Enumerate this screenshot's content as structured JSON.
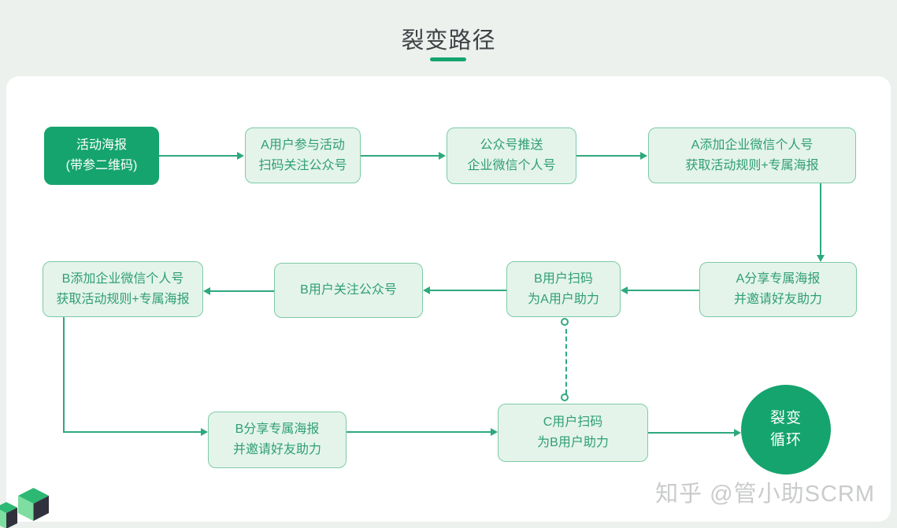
{
  "header": {
    "title": "裂变路径"
  },
  "diagram": {
    "nodes": [
      {
        "id": "activity-poster",
        "style": "solid",
        "lines": [
          "活动海报",
          "(带参二维码)"
        ]
      },
      {
        "id": "a-join-activity",
        "style": "outline",
        "lines": [
          "A用户参与活动",
          "扫码关注公众号"
        ]
      },
      {
        "id": "official-push",
        "style": "outline",
        "lines": [
          "公众号推送",
          "企业微信个人号"
        ]
      },
      {
        "id": "a-add-wecom",
        "style": "outline",
        "lines": [
          "A添加企业微信个人号",
          "获取活动规则+专属海报"
        ]
      },
      {
        "id": "b-add-wecom",
        "style": "outline",
        "lines": [
          "B添加企业微信个人号",
          "获取活动规则+专属海报"
        ]
      },
      {
        "id": "b-follow-official",
        "style": "outline",
        "lines": [
          "B用户关注公众号"
        ]
      },
      {
        "id": "b-scan-assist-a",
        "style": "outline",
        "lines": [
          "B用户扫码",
          "为A用户助力"
        ]
      },
      {
        "id": "a-share-poster",
        "style": "outline",
        "lines": [
          "A分享专属海报",
          "并邀请好友助力"
        ]
      },
      {
        "id": "b-share-poster",
        "style": "outline",
        "lines": [
          "B分享专属海报",
          "并邀请好友助力"
        ]
      },
      {
        "id": "c-scan-assist-b",
        "style": "outline",
        "lines": [
          "C用户扫码",
          "为B用户助力"
        ]
      }
    ],
    "cycle": {
      "lines": [
        "裂变",
        "循环"
      ]
    }
  },
  "watermark": {
    "text": "知乎 @管小助SCRM"
  },
  "colors": {
    "brand_green": "#15a46e",
    "node_fill": "#e4f4eb",
    "node_border": "#7ecaa6",
    "node_text": "#2f9e74",
    "line": "#2ea97d",
    "bg": "#ecf1ee",
    "title_color": "#3e4245",
    "watermark_color": "#c9ccca"
  }
}
